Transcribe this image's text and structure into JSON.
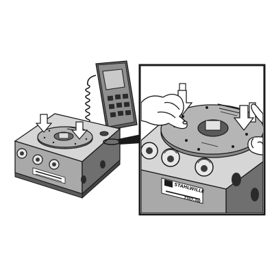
{
  "illustration": {
    "colors": {
      "background": "#ffffff",
      "outline": "#1a1a1a",
      "body_light": "#bdbdbd",
      "body_mid": "#8f8f8f",
      "body_dark": "#5c5c5c",
      "top_face": "#d6d6d6",
      "arrow_fill": "#ffffff",
      "screen": "#c9c9c9"
    },
    "parts": [
      "torque-tester-block",
      "digital-display-unit",
      "coiled-cable",
      "callout-magnifier",
      "calibration-plate",
      "mounting-hands",
      "push-arrows"
    ],
    "brand": {
      "logo_text": "STAHLWILLE",
      "plate_text": "7707-3W"
    }
  }
}
